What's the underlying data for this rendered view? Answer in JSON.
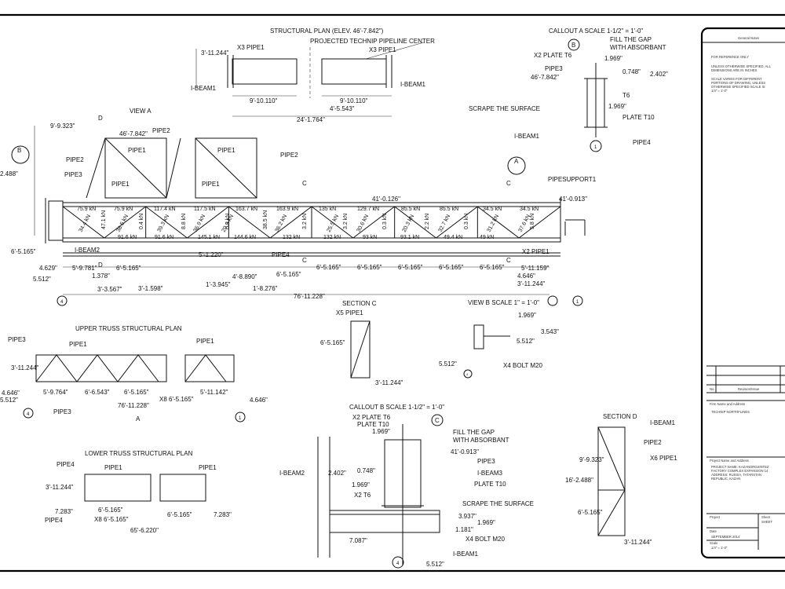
{
  "plan": {
    "title": "STRUCTURAL PLAN (ELEV. 46'-7.842\")",
    "pipe_left": "X3 PIPE1",
    "pipe_right": "X3 PIPE1",
    "center": "PROJECTED TECHNIP PIPELINE CENTER",
    "ibeam_l": "I-BEAM1",
    "ibeam_r": "I-BEAM1",
    "d1": "3'-11.244\"",
    "d2": "9'-10.110\"",
    "d3": "9'-10.110\"",
    "d4": "4'-5.543\"",
    "d5": "24'-1.764\""
  },
  "view_a": {
    "title": "VIEW A",
    "elev": "46'-7.842\"",
    "elev2": "41'-0.126\"",
    "elev3": "41'-0.913\"",
    "pipe1a": "PIPE1",
    "pipe1b": "PIPE1",
    "pipe1c": "PIPE1",
    "pipe1d": "PIPE1",
    "pipe2a": "PIPE2",
    "pipe2b": "PIPE2",
    "pipe2c": "PIPE2",
    "pipe3": "PIPE3",
    "pipe4": "PIPE4",
    "ibeam2": "I-BEAM2",
    "x2pipe1": "X2 PIPE1",
    "pipesupport": "PIPESUPPORT1",
    "d_top": "9'-9.323\"",
    "d_left": "2.488\"",
    "d_vert": "6'-5.165\"",
    "d_vert2": "6'-5.165\"",
    "d_a": "4.629\"",
    "d_b": "5'-9.781\"",
    "d_c": "6'-5.165\"",
    "d_d": "1.378\"",
    "d_e": "5.512\"",
    "d_f": "3'-3.567\"",
    "d_g": "3'-1.598\"",
    "d_h": "1'-3.945\"",
    "d_i": "4'-8.890\"",
    "d_j": "1'-8.276\"",
    "d_k": "5'-1.220\"",
    "d_l": "6'-5.165\"",
    "d_m": "76'-11.228\"",
    "d_n": "5'-11.159\"",
    "d_o": "4.646\"",
    "d_p": "3'-11.244\"",
    "seg": [
      "6'-5.165\"",
      "6'-5.165\"",
      "6'-5.165\"",
      "6'-5.165\"",
      "6'-5.165\"",
      "6'-5.165\""
    ],
    "loads_top": [
      "75.9 kN",
      "75.9 kN",
      "117.4 kN",
      "117.5 kN",
      "163.7 kN",
      "163.9 kN",
      "135 kN",
      "129.7 kN",
      "85.5 kN",
      "85.5 kN",
      "34.5 kN",
      "34.5 kN"
    ],
    "loads_bot": [
      "91.6 kN",
      "91.6 kN",
      "145.1 kN",
      "144.6 kN",
      "132 kN",
      "132 kN",
      "93 kN",
      "93.1 kN",
      "49.4 kN",
      "49 kN"
    ],
    "loads_diag": [
      "34.4 kN",
      "36.5 kN",
      "39.3 kN",
      "36.9 kN",
      "20.9 kN",
      "36.2 kN",
      "25.5 kN",
      "30.6 kN",
      "20.3 kN",
      "32.7 kN",
      "31.2 kN",
      "37.6 kN"
    ],
    "loads_vert": [
      "47.1 kN",
      "0.4 kN",
      "8.8 kN",
      "0.3 kN",
      "38.5 kN",
      "3.2 kN",
      "3.2 kN",
      "0.3 kN",
      "2.2 kN",
      "0.3 kN",
      "5.8 kN"
    ],
    "mark_b": "B",
    "mark_a": "A",
    "mark_c": "C",
    "mark_d": "D",
    "grid4": "4",
    "grid1": "1"
  },
  "callout_a": {
    "title": "CALLOUT A SCALE 1-1/2\" = 1'-0\"",
    "fill": "FILL THE GAP",
    "fill2": "WITH ABSORBANT",
    "plate": "X2 PLATE T6",
    "pipe3": "PIPE3",
    "elev": "46'-7.842\"",
    "scrape": "SCRAPE THE SURFACE",
    "t6": "T6",
    "t10": "PLATE T10",
    "ibeam": "I-BEAM1",
    "pipe4": "PIPE4",
    "d1": "1.969\"",
    "d2": "0.748\"",
    "d3": "2.402\"",
    "d4": "1.969\"",
    "mark": "B",
    "grid": "1"
  },
  "upper": {
    "title": "UPPER TRUSS STRUCTURAL PLAN",
    "pipe3": "PIPE3",
    "pipe1a": "PIPE1",
    "pipe1b": "PIPE1",
    "pipe3b": "PIPE3",
    "d1": "3'-11.244\"",
    "d2": "4.646\"",
    "d3": "5.512\"",
    "d4": "5'-9.764\"",
    "d5": "6'-6.543\"",
    "d6": "6'-5.165\"",
    "d7": "5'-11.142\"",
    "d8": "76'-11.228\"",
    "d9": "X8 6'-5.165\"",
    "d10": "4.646\"",
    "mark": "A",
    "grid4": "4",
    "grid1": "1"
  },
  "lower": {
    "title": "LOWER TRUSS STRUCTURAL PLAN",
    "pipe4": "PIPE4",
    "pipe1a": "PIPE1",
    "pipe1b": "PIPE1",
    "pipe4b": "PIPE4",
    "d1": "3'-11.244\"",
    "d2": "7.283\"",
    "d3": "6'-5.165\"",
    "d4": "X8 6'-5.165\"",
    "d5": "6'-5.165\"",
    "d6": "7.283\"",
    "d7": "65'-6.220\""
  },
  "section_c": {
    "title": "SECTION C",
    "pipe": "X5 PIPE1",
    "d1": "6'-5.165\"",
    "d2": "3'-11.244\""
  },
  "view_b": {
    "title": "VIEW B SCALE 1\" = 1'-0\"",
    "d1": "1.969\"",
    "d2": "3.543\"",
    "d3": "5.512\"",
    "d4": "5.512\"",
    "bolt": "X4 BOLT M20",
    "grid": "4"
  },
  "callout_b": {
    "title": "CALLOUT B SCALE 1-1/2\" = 1'-0\"",
    "plate6": "X2 PLATE T6",
    "plate10": "PLATE T10",
    "fill": "FILL THE GAP",
    "fill2": "WITH ABSORBANT",
    "elev": "41'-0.913\"",
    "pipe3": "PIPE3",
    "ibeam3": "I-BEAM3",
    "plate10b": "PLATE T10",
    "scrape": "SCRAPE THE SURFACE",
    "x2t6": "X2 T6",
    "ibeam2": "I-BEAM2",
    "ibeam1": "I-BEAM1",
    "bolt": "X4 BOLT M20",
    "d1": "1.969\"",
    "d2": "2.402\"",
    "d3": "0.748\"",
    "d4": "1.969\"",
    "d5": "3.937\"",
    "d6": "1.969\"",
    "d7": "1.181\"",
    "d8": "7.087\"",
    "d9": "5.512\"",
    "mark": "C",
    "grid": "4"
  },
  "section_d": {
    "title": "SECTION D",
    "ibeam": "I-BEAM1",
    "pipe2": "PIPE2",
    "x6": "X6 PIPE1",
    "d1": "9'-9.323\"",
    "d2": "16'-2.488\"",
    "d3": "6'-5.165\"",
    "d4": "3'-11.244\""
  },
  "title_block": {
    "header": "General Notes",
    "note1": "FOR REFERENCE ONLY",
    "note2": "UNLESS OTHERWISE SPECIFIED, ALL DIMENSIONS ARE IN INCHES",
    "note3": "SCALE VARIES FOR DIFFERENT PORTIONS OF DRAWING, UNLESS OTHERWISE SPECIFIED SCALE IS 1/4\" = 1'-0\"",
    "rev_no": "No.",
    "rev_desc": "Revision/Issue",
    "firm_label": "Firm Name and Address",
    "firm": "TECHNIP NORTHFLINES",
    "proj_label": "Project Name and Address",
    "proj": "PROJECT NAME: KAZANORGSINTEZ FACTORY COMPLEX EXPANSION 14 ADDRESS: RUSSIA, TATARSTAN REPUBLIC, KAZAN",
    "project_label": "Project",
    "sheet_label": "Sheet",
    "sheet": "SHEET",
    "date_label": "Date",
    "date": "SEPTEMBER 2014",
    "scale_label": "Scale",
    "scale": "1/4\" = 1'-0\""
  }
}
